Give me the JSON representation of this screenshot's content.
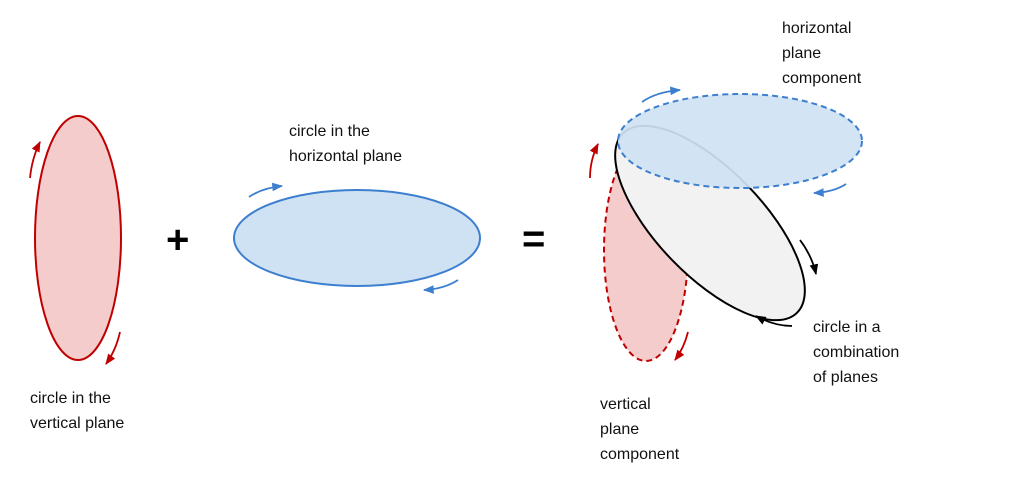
{
  "labels": {
    "vertical_circle": "circle in the\nvertical plane",
    "horizontal_circle": "circle in the\nhorizontal plane",
    "horizontal_component": "horizontal\nplane\ncomponent",
    "combination_circle": "circle in a\ncombination\nof planes",
    "vertical_component": "vertical\nplane\ncomponent"
  },
  "operators": {
    "plus": "+",
    "equals": "="
  },
  "colors": {
    "red_stroke": "#c00000",
    "red_fill": "#f4cccc",
    "blue_stroke": "#3d7fcf",
    "blue_fill": "#cfe2f3",
    "gray_fill": "#f2f2f2",
    "black_stroke": "#000000"
  }
}
